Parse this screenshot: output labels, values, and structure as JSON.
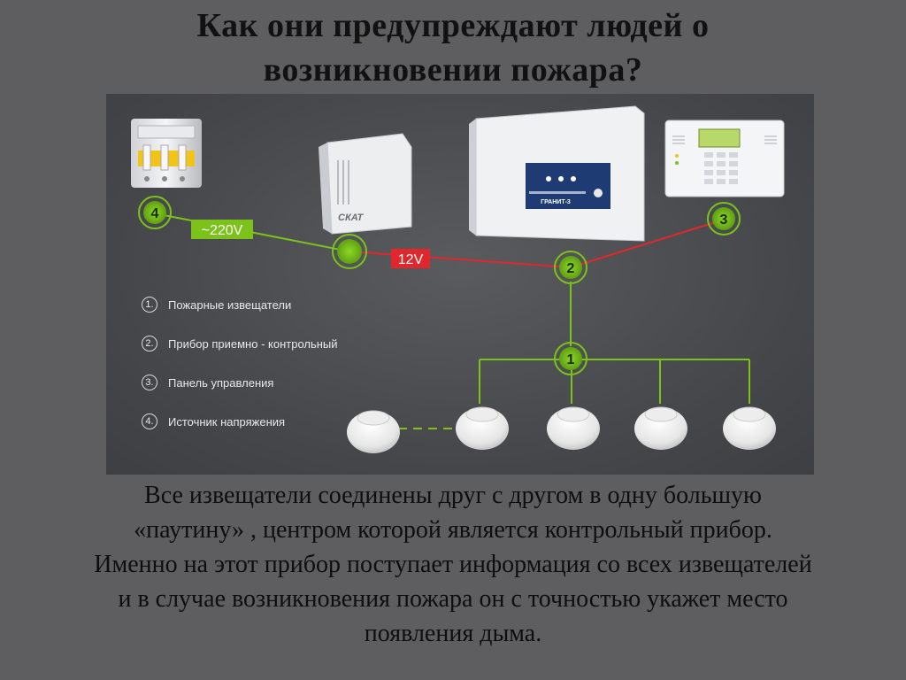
{
  "title": {
    "line1": "Как они предупреждают людей о",
    "line2": "возникновении пожара?"
  },
  "diagram": {
    "voltage_ac": "~220V",
    "voltage_dc": "12V",
    "psu_brand": "СКАТ",
    "panel_name": "ГРАНИТ-3",
    "nodes": [
      "1",
      "2",
      "3",
      "4"
    ],
    "colors": {
      "green": "#7bc21a",
      "red": "#e0282c"
    },
    "legend": [
      {
        "num": "1.",
        "label": "Пожарные извещатели"
      },
      {
        "num": "2.",
        "label": "Прибор приемно - контрольный"
      },
      {
        "num": "3.",
        "label": "Панель управления"
      },
      {
        "num": "4.",
        "label": "Источник напряжения"
      }
    ]
  },
  "caption": [
    "Все извещатели соединены  друг с другом в одну большую",
    "«паутину» , центром которой является контрольный прибор.",
    "Именно на этот прибор поступает информация со всех извещателей",
    "и в случае возникновения пожара он  с точностью укажет место",
    "появления дыма."
  ]
}
